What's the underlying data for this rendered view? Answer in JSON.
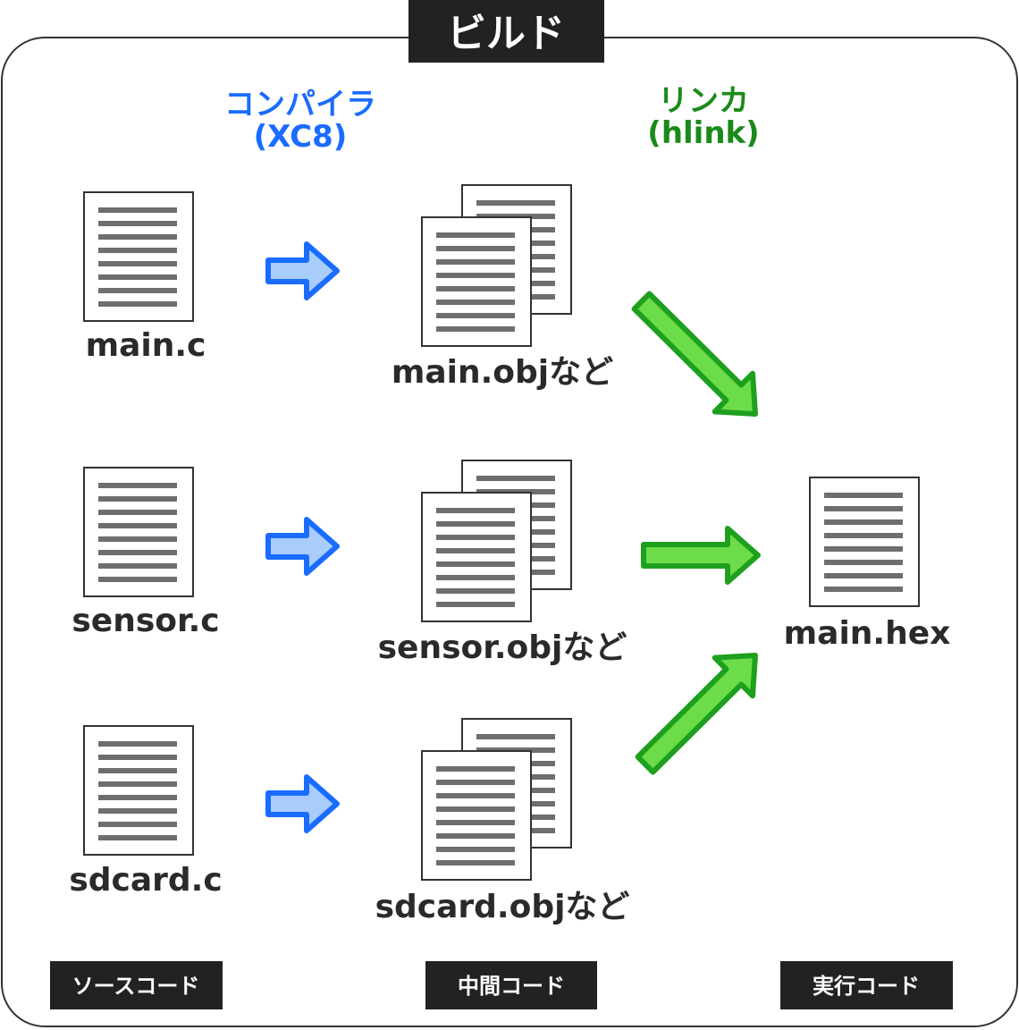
{
  "title": "ビルド",
  "compiler": {
    "line1": "コンパイラ",
    "line2": "(XC8)",
    "color": "#1a6cff"
  },
  "linker": {
    "line1": "リンカ",
    "line2": "(hlink)",
    "color": "#1a8a1a"
  },
  "sources": [
    "main.c",
    "sensor.c",
    "sdcard.c"
  ],
  "objects": [
    "main.objなど",
    "sensor.objなど",
    "sdcard.objなど"
  ],
  "output": "main.hex",
  "categories": [
    "ソースコード",
    "中間コード",
    "実行コード"
  ],
  "colors": {
    "blue_stroke": "#1a6cff",
    "blue_fill": "#a8cdfb",
    "green_stroke": "#1ea01e",
    "green_fill": "#6cdc48",
    "doc_line": "#6e6e6e",
    "tag_bg": "#222222"
  }
}
